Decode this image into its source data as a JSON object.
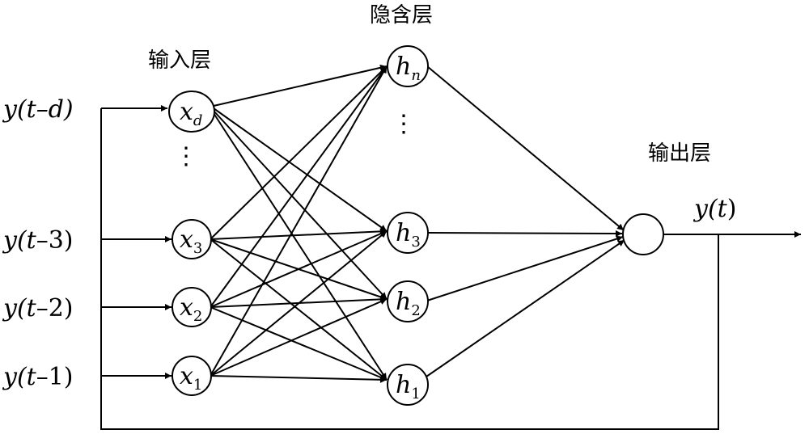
{
  "layers": {
    "input": "输入层",
    "hidden": "隐含层",
    "output": "输出层"
  },
  "inputs": [
    {
      "pre": "y(",
      "var": "t",
      "post": "–d)"
    },
    {
      "pre": "y(",
      "var": "t",
      "post": "–3)"
    },
    {
      "pre": "y(",
      "var": "t",
      "post": "–2)"
    },
    {
      "pre": "y(",
      "var": "t",
      "post": "–1)"
    }
  ],
  "input_nodes": [
    {
      "base": "x",
      "sub": "d"
    },
    {
      "base": "x",
      "sub": "3"
    },
    {
      "base": "x",
      "sub": "2"
    },
    {
      "base": "x",
      "sub": "1"
    }
  ],
  "hidden_nodes": [
    {
      "base": "h",
      "sub": "n"
    },
    {
      "base": "h",
      "sub": "3"
    },
    {
      "base": "h",
      "sub": "2"
    },
    {
      "base": "h",
      "sub": "1"
    }
  ],
  "output": {
    "pre": "y(",
    "var": "t",
    "post": ")"
  },
  "ellipsis": "⋮",
  "colors": {
    "stroke": "#000000",
    "background": "#ffffff"
  }
}
